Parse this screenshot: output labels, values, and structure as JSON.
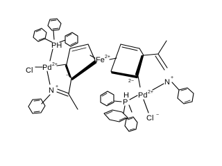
{
  "labels": {
    "p_top": "PH",
    "pd_left": "Pd",
    "pd_left_charge": "2+",
    "cl_left": "Cl",
    "cl_left_charge": "−",
    "n_left": "N",
    "n_left_charge": "+",
    "cp_left_charge": "−",
    "fe": "Fe",
    "fe_charge": "2+",
    "cp_right_charge": "2−",
    "pd_right": "Pd",
    "pd_right_charge": "2+",
    "n_right": "N",
    "n_right_charge": "+",
    "p_bottom_p": "P",
    "p_bottom_h": "H",
    "cl_right": "Cl",
    "cl_right_charge": "−"
  }
}
